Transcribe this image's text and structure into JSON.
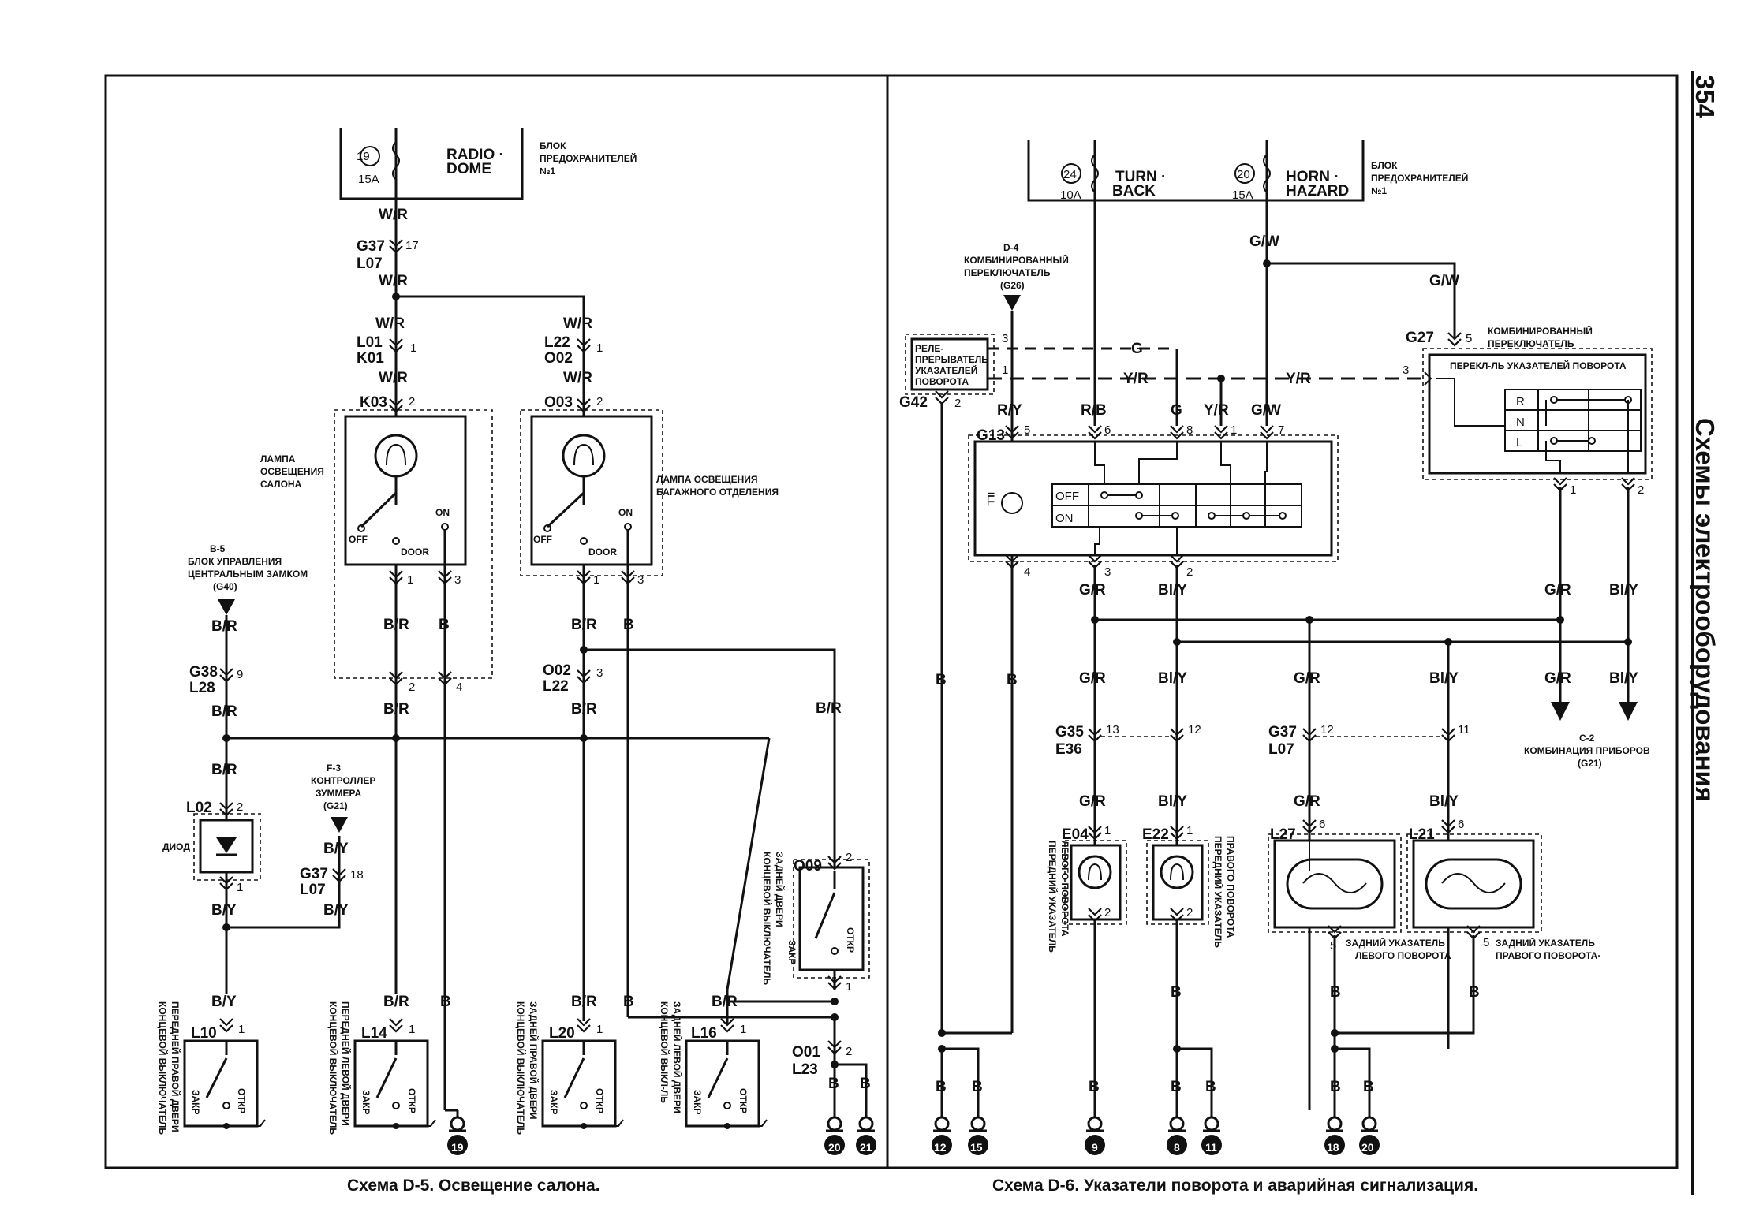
{
  "page_number": "354",
  "side_title": "Схемы электрооборудования",
  "captions": {
    "d5": "Схема D-5. Освещение салона.",
    "d6": "Схема D-6. Указатели поворота и аварийная сигнализация."
  },
  "d5": {
    "fuse_block": {
      "num": "19",
      "amp": "15A",
      "name1": "RADIO ·",
      "name2": "DOME",
      "title1": "БЛОК",
      "title2": "ПРЕДОХРАНИТЕЛЕЙ",
      "title3": "№1"
    },
    "wire_wr": "W/R",
    "wire_br": "B/R",
    "wire_b": "B",
    "wire_by": "B/Y",
    "conn_g37": "G37",
    "conn_l07": "L07",
    "pin_17": "17",
    "conn_l01": "L01",
    "conn_k01": "K01",
    "conn_l22": "L22",
    "conn_o02": "O02",
    "conn_k03": "K03",
    "conn_o03": "O03",
    "pin_1": "1",
    "pin_2": "2",
    "pin_3": "3",
    "pin_4": "4",
    "lamp1_1": "ЛАМПА",
    "lamp1_2": "ОСВЕЩЕНИЯ",
    "lamp1_3": "САЛОНА",
    "lamp2_1": "ЛАМПА ОСВЕЩЕНИЯ",
    "lamp2_2": "БАГАЖНОГО ОТДЕЛЕНИЯ",
    "sw_off": "OFF",
    "sw_door": "DOOR",
    "sw_on": "ON",
    "b5_1": "B-5",
    "b5_2": "БЛОК УПРАВЛЕНИЯ",
    "b5_3": "ЦЕНТРАЛЬНЫМ ЗАМКОМ",
    "b5_4": "(G40)",
    "conn_g38": "G38",
    "conn_l28": "L28",
    "pin_9": "9",
    "conn_o02b": "O02",
    "conn_l22b": "L22",
    "conn_l02": "L02",
    "diode": "ДИОД",
    "f3_1": "F-3",
    "f3_2": "КОНТРОЛЛЕР",
    "f3_3": "ЗУММЕРА",
    "f3_4": "(G21)",
    "conn_g37b": "G37",
    "conn_l07b": "L07",
    "pin_18": "18",
    "conn_o09": "O09",
    "o09_desc1": "КОНЦЕВОЙ ВЫКЛЮЧАТЕЛЬ",
    "o09_desc2": "ЗАДНЕЙ ДВЕРИ",
    "zakr": "ЗАКР",
    "otkr": "ОТКР",
    "conn_o01": "O01",
    "conn_l23": "L23",
    "conn_l10": "L10",
    "l10_desc1": "КОНЦЕВОЙ ВЫКЛЮЧАТЕЛЬ",
    "l10_desc2": "ПЕРЕДНЕЙ ПРАВОЙ ДВЕРИ",
    "conn_l14": "L14",
    "l14_desc1": "КОНЦЕВОЙ ВЫКЛЮЧАТЕЛЬ",
    "l14_desc2": "ПЕРЕДНЕЙ ЛЕВОЙ ДВЕРИ",
    "conn_l20": "L20",
    "l20_desc1": "КОНЦЕВОЙ ВЫКЛЮЧАТЕЛЬ",
    "l20_desc2": "ЗАДНЕЙ ПРАВОЙ ДВЕРИ",
    "conn_l16": "L16",
    "l16_desc1": "КОНЦЕВОЙ ВЫКЛ-ЛЬ",
    "l16_desc2": "ЗАДНЕЙ ЛЕВОЙ ДВЕРИ",
    "gnd_19": "19",
    "gnd_20": "20",
    "gnd_21": "21"
  },
  "d6": {
    "fuse24": {
      "num": "24",
      "amp": "10A",
      "name1": "TURN ·",
      "name2": "BACK"
    },
    "fuse20": {
      "num": "20",
      "amp": "15A",
      "name1": "HORN ·",
      "name2": "HAZARD"
    },
    "block1": "БЛОК",
    "block2": "ПРЕДОХРАНИТЕЛЕЙ",
    "block3": "№1",
    "wire_gw": "G/W",
    "wire_g": "G",
    "wire_yr": "Y/R",
    "wire_ry": "R/Y",
    "wire_rb": "R/B",
    "wire_gr": "G/R",
    "wire_bly": "Bl/Y",
    "wire_b": "B",
    "d4_1": "D-4",
    "d4_2": "КОМБИНИРОВАННЫЙ",
    "d4_3": "ПЕРЕКЛЮЧАТЕЛЬ",
    "d4_4": "(G26)",
    "relay1": "РЕЛЕ-",
    "relay2": "ПРЕРЫВАТЕЛЬ",
    "relay3": "УКАЗАТЕЛЕЙ",
    "relay4": "ПОВОРОТА",
    "conn_g42": "G42",
    "conn_g13": "G13",
    "conn_g27": "G27",
    "combo1": "КОМБИНИРОВАННЫЙ",
    "combo2": "ПЕРЕКЛЮЧАТЕЛЬ",
    "turn_sw": "ПЕРЕКЛ-ЛЬ УКАЗАТЕЛЕЙ ПОВОРОТА",
    "pos_r": "R",
    "pos_n": "N",
    "pos_l": "L",
    "sw_off": "OFF",
    "sw_on": "ON",
    "ill": "ILL",
    "pin_1": "1",
    "pin_2": "2",
    "pin_3": "3",
    "pin_4": "4",
    "pin_5": "5",
    "pin_6": "6",
    "pin_7": "7",
    "pin_8": "8",
    "c2_1": "C-2",
    "c2_2": "КОМБИНАЦИЯ ПРИБОРОВ",
    "c2_3": "(G21)",
    "conn_g35": "G35",
    "conn_e36": "E36",
    "pin_13": "13",
    "pin_12": "12",
    "conn_g37": "G37",
    "conn_l07": "L07",
    "pin_11": "11",
    "conn_e04": "E04",
    "e04_desc1": "ПЕРЕДНИЙ УКАЗАТЕЛЬ",
    "e04_desc2": "ЛЕВОГО ПОВОРОТА",
    "conn_e22": "E22",
    "e22_desc1": "ПЕРЕДНИЙ УКАЗАТЕЛЬ",
    "e22_desc2": "ПРАВОГО ПОВОРОТА",
    "conn_l27": "L27",
    "l27_desc1": "ЗАДНИЙ УКАЗАТЕЛЬ",
    "l27_desc2": "ЛЕВОГО ПОВОРОТА",
    "conn_l21": "L21",
    "l21_desc1": "ЗАДНИЙ УКАЗАТЕЛЬ",
    "l21_desc2": "ПРАВОГО ПОВОРОТА·",
    "gnd_12": "12",
    "gnd_15": "15",
    "gnd_9": "9",
    "gnd_8": "8",
    "gnd_11": "11",
    "gnd_18": "18",
    "gnd_20": "20"
  }
}
